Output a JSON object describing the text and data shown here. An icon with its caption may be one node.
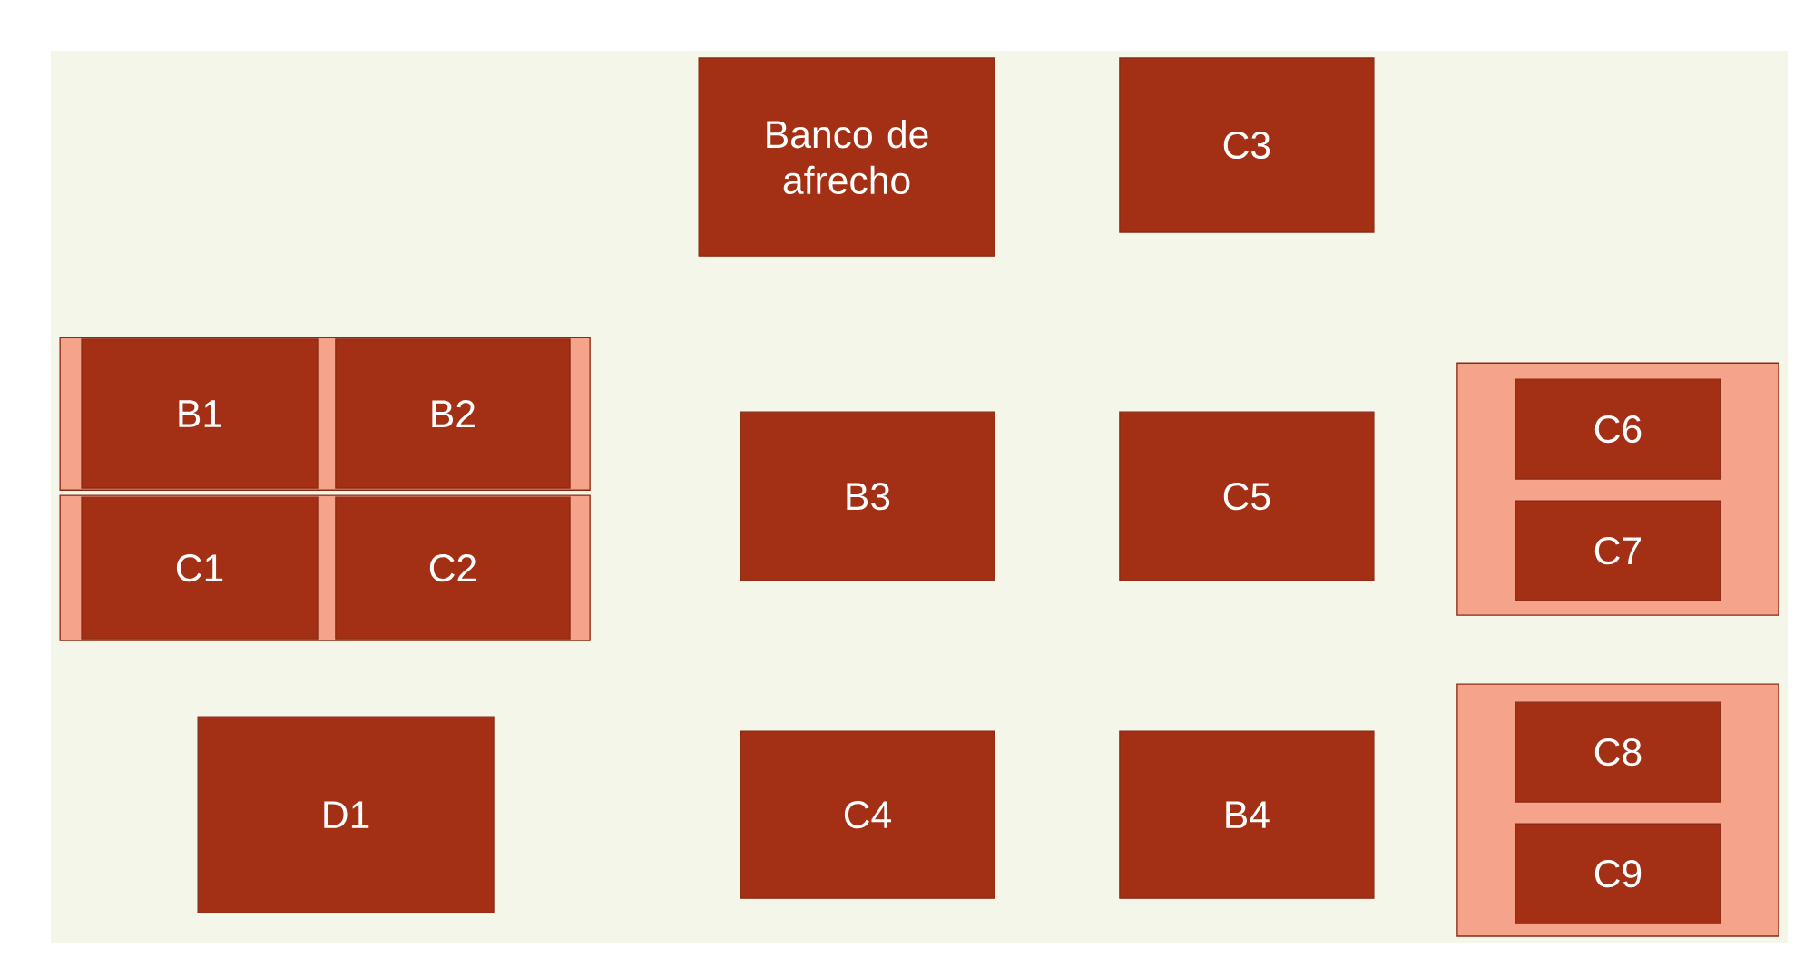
{
  "diagram": {
    "nodes": [
      {
        "text": [
          "Banco de afrecho"
        ]
      },
      {
        "text": [
          "C3"
        ]
      },
      {
        "text": [
          "B1"
        ]
      },
      {
        "text": [
          "B2"
        ]
      },
      {
        "text": [
          "C1"
        ]
      },
      {
        "text": [
          "C2"
        ]
      },
      {
        "text": [
          "B3"
        ]
      },
      {
        "text": [
          "C5"
        ]
      },
      {
        "text": [],
        "shape": "box"
      },
      {
        "text": [
          "C6"
        ],
        "in": 8
      },
      {
        "text": [
          "C7"
        ],
        "in": 8
      },
      {
        "text": [
          "D1"
        ]
      },
      {
        "text": [
          "C4"
        ]
      },
      {
        "text": [
          "B4"
        ]
      },
      {
        "text": [],
        "shape": "box"
      },
      {
        "text": [
          "C8"
        ],
        "in": 14
      },
      {
        "text": [
          "C9"
        ],
        "in": 14
      }
    ]
  }
}
